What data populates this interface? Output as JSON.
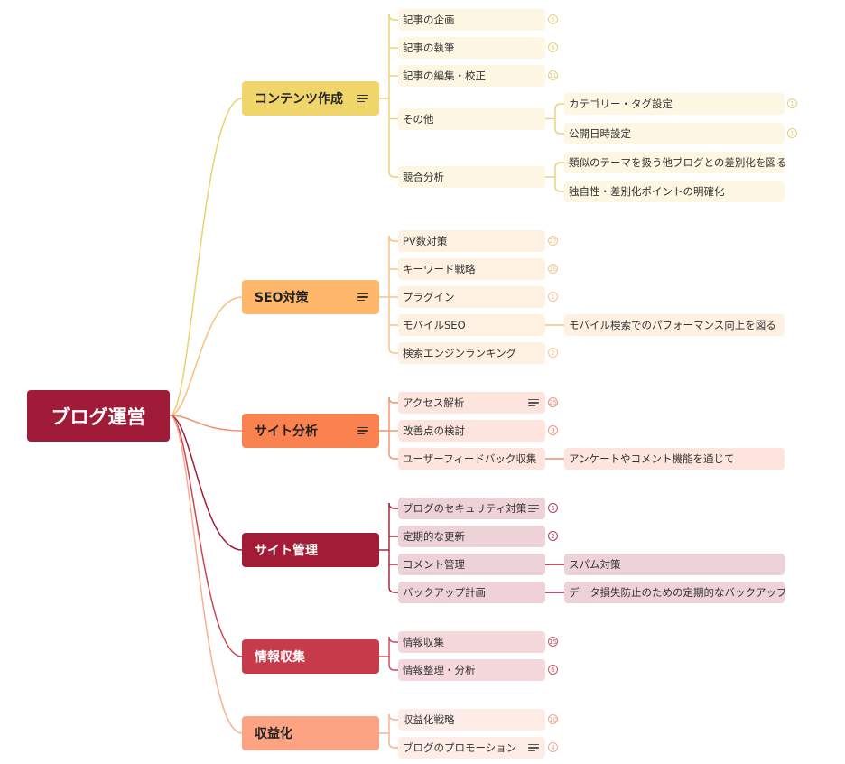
{
  "root": {
    "label": "ブログ運営",
    "color": "#a01b37"
  },
  "branches": [
    {
      "label": "コンテンツ作成",
      "color": "#f0d56a",
      "line": "#ecd06e",
      "leafColor": "#fdf6e2",
      "badgeColor": "#e8cf75",
      "dark": false,
      "note": true,
      "items": [
        {
          "label": "記事の企画",
          "badge": "5"
        },
        {
          "label": "記事の執筆",
          "badge": "6"
        },
        {
          "label": "記事の編集・校正",
          "badge": "11"
        },
        {
          "label": "その他",
          "children": [
            {
              "label": "カテゴリー・タグ設定",
              "badge": "1"
            },
            {
              "label": "公開日時設定",
              "badge": "1"
            }
          ]
        },
        {
          "label": "競合分析",
          "children": [
            {
              "label": "類似のテーマを扱う他ブログとの差別化を図る"
            },
            {
              "label": "独自性・差別化ポイントの明確化"
            }
          ]
        }
      ]
    },
    {
      "label": "SEO対策",
      "color": "#ffb86b",
      "line": "#fbbf7d",
      "leafColor": "#fff1e2",
      "badgeColor": "#f8c58e",
      "dark": false,
      "note": true,
      "items": [
        {
          "label": "PV数対策",
          "badge": "27"
        },
        {
          "label": "キーワード戦略",
          "badge": "16"
        },
        {
          "label": "プラグイン",
          "badge": "1"
        },
        {
          "label": "モバイルSEO",
          "children": [
            {
              "label": "モバイル検索でのパフォーマンス向上を図る"
            }
          ]
        },
        {
          "label": "検索エンジンランキング",
          "badge": "2"
        }
      ]
    },
    {
      "label": "サイト分析",
      "color": "#fa8150",
      "line": "#f68f66",
      "leafColor": "#fde4dc",
      "badgeColor": "#f2937a",
      "dark": false,
      "note": true,
      "items": [
        {
          "label": "アクセス解析",
          "badge": "25",
          "note": true
        },
        {
          "label": "改善点の検討",
          "badge": "9"
        },
        {
          "label": "ユーザーフィードバック収集",
          "children": [
            {
              "label": "アンケートやコメント機能を通じて"
            }
          ]
        }
      ]
    },
    {
      "label": "サイト管理",
      "color": "#a31c37",
      "line": "#a31c37",
      "leafColor": "#edd2d7",
      "badgeColor": "#b13d55",
      "dark": true,
      "note": false,
      "items": [
        {
          "label": "ブログのセキュリティ対策",
          "badge": "5",
          "note": true
        },
        {
          "label": "定期的な更新",
          "badge": "2"
        },
        {
          "label": "コメント管理",
          "children": [
            {
              "label": "スパム対策"
            }
          ]
        },
        {
          "label": "バックアップ計画",
          "children": [
            {
              "label": "データ損失防止のための定期的なバックアップ"
            }
          ]
        }
      ]
    },
    {
      "label": "情報収集",
      "color": "#c63a4a",
      "line": "#c94656",
      "leafColor": "#f5d8dc",
      "badgeColor": "#cf5766",
      "dark": true,
      "note": false,
      "items": [
        {
          "label": "情報収集",
          "badge": "15"
        },
        {
          "label": "情報整理・分析",
          "badge": "6"
        }
      ]
    },
    {
      "label": "収益化",
      "color": "#fca383",
      "line": "#f9ad92",
      "leafColor": "#feece6",
      "badgeColor": "#f3a68d",
      "dark": false,
      "note": false,
      "items": [
        {
          "label": "収益化戦略",
          "badge": "10"
        },
        {
          "label": "ブログのプロモーション",
          "badge": "4",
          "note": true
        }
      ]
    }
  ]
}
